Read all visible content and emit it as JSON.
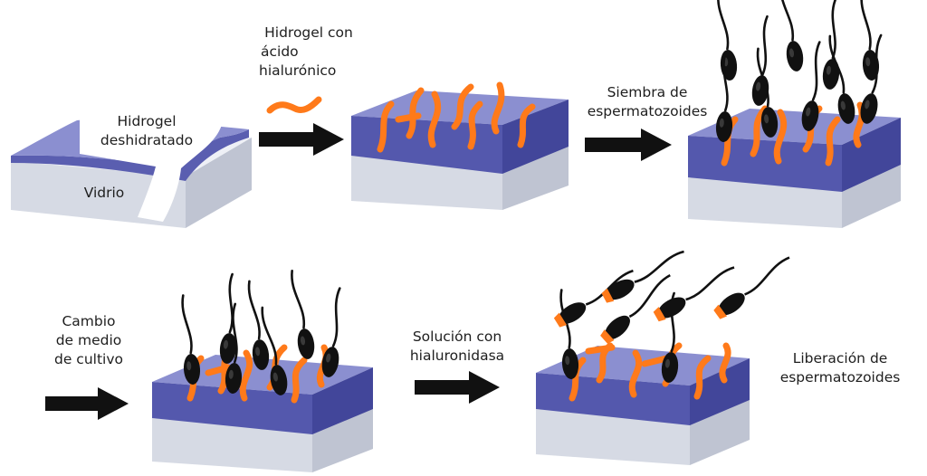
{
  "labels": {
    "dehydrated_hydrogel": [
      "Hidrogel",
      "deshidratado"
    ],
    "glass": "Vidrio",
    "hydrogel_hyaluronic": [
      "Hidrogel con",
      "ácido",
      "hialurónico"
    ],
    "sperm_seeding": [
      "Siembra de",
      "espermatozoides"
    ],
    "medium_change": [
      "Cambio",
      "de medio",
      "de cultivo"
    ],
    "hyaluronidase_solution": [
      "Solución con",
      "hialuronidasa"
    ],
    "sperm_release": [
      "Liberación de",
      "espermatozoides"
    ]
  },
  "colors": {
    "hydrogel_top": "#8b8fd0",
    "hydrogel_front": "#5458ad",
    "hydrogel_side": "#42469a",
    "glass_top": "#eef0f6",
    "glass_front": "#d6dae4",
    "glass_side": "#bfc4d2",
    "hyaluronic": "#ff7a1a",
    "sperm": "#111111",
    "arrow": "#111111"
  },
  "icons": [
    "arrow-right-icon",
    "sperm-icon",
    "hyaluronic-strand-icon"
  ]
}
